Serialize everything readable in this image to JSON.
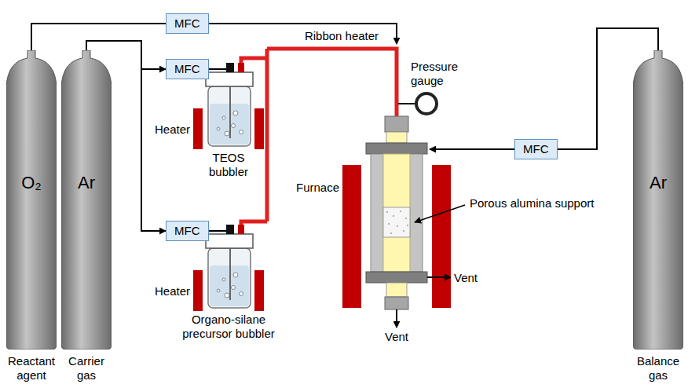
{
  "diagram": {
    "nodes": [
      {
        "text": [
          "O₂",
          "Reactant agent"
        ]
      },
      {
        "text": [
          "Ar",
          "Carrier gas"
        ]
      },
      {
        "text": [
          "MFC"
        ]
      },
      {
        "text": [
          "MFC"
        ]
      },
      {
        "text": [
          "MFC"
        ]
      },
      {
        "text": [
          "MFC"
        ]
      },
      {
        "text": [
          "Ar",
          "Balance gas"
        ]
      }
    ],
    "edges": [
      {
        "from": 0,
        "to": 2,
        "arrow": "none"
      },
      {
        "from": 1,
        "to": 3,
        "arrow": "to"
      },
      {
        "from": 1,
        "to": 4,
        "arrow": "to"
      },
      {
        "from": 6,
        "to": 5,
        "arrow": "none"
      }
    ],
    "labels": [
      "Ribbon heater",
      "Pressure gauge",
      "Heater",
      "TEOS bubbler",
      "Heater",
      "Organo-silane precursor bubbler",
      "Furnace",
      "Porous alumina support",
      "Vent",
      "Vent"
    ]
  }
}
